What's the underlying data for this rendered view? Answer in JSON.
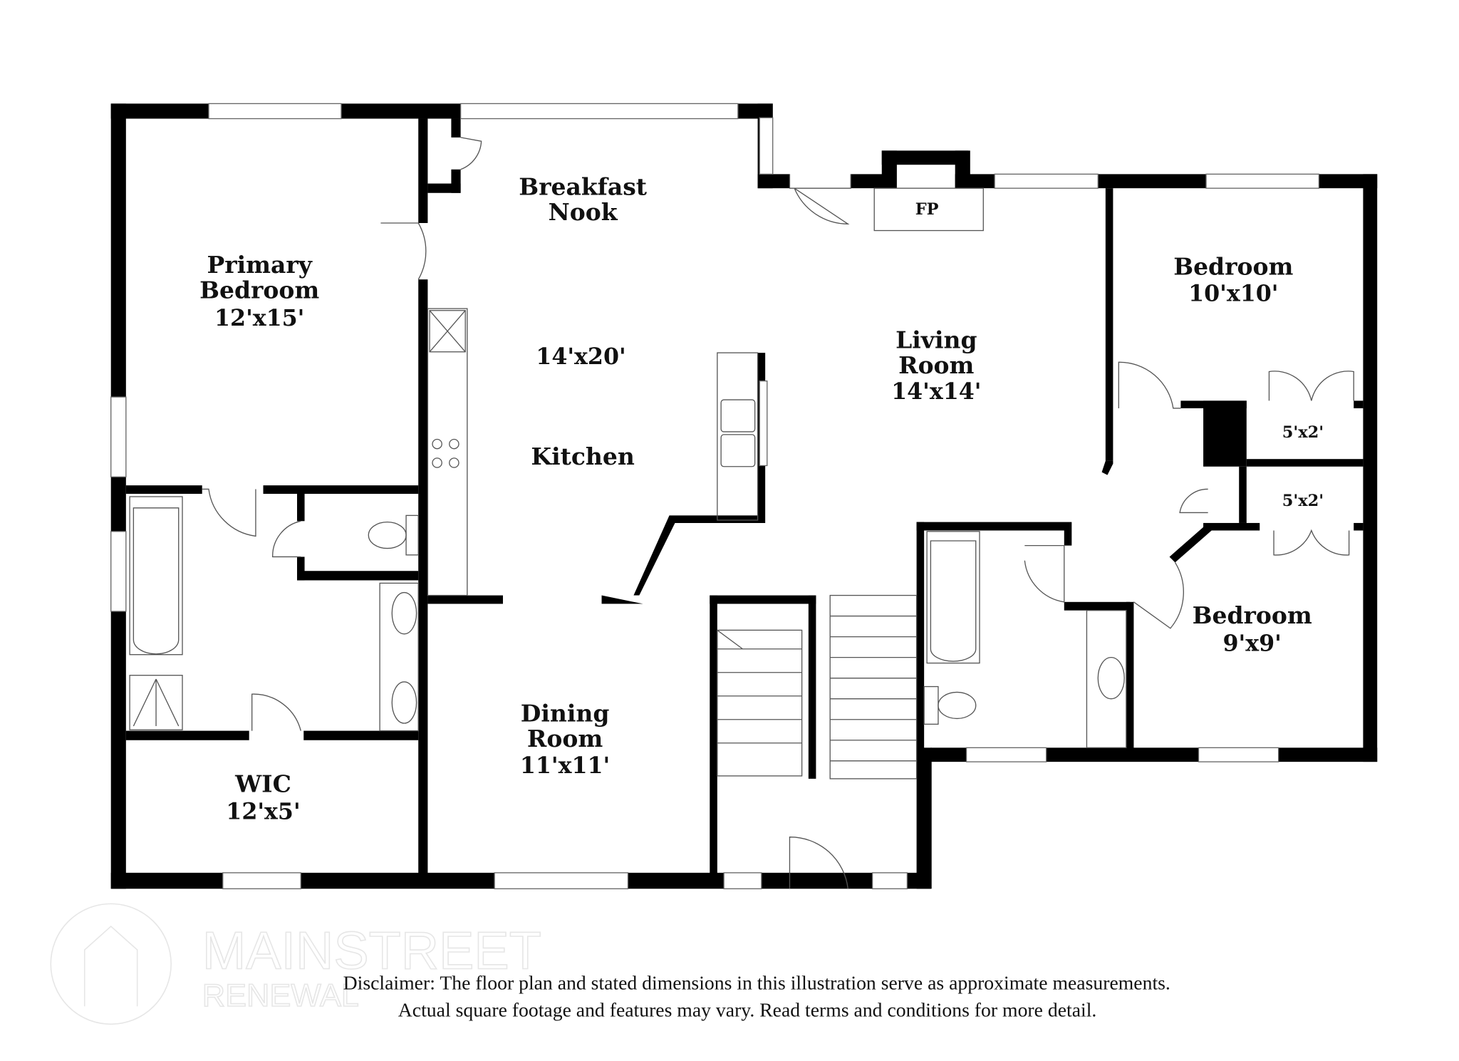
{
  "rooms": {
    "primary_bedroom": {
      "name_line1": "Primary",
      "name_line2": "Bedroom",
      "size": "12'x15'"
    },
    "breakfast_nook": {
      "name_line1": "Breakfast",
      "name_line2": "Nook"
    },
    "kitchen": {
      "size": "14'x20'",
      "name": "Kitchen"
    },
    "living_room": {
      "name_line1": "Living",
      "name_line2": "Room",
      "size": "14'x14'"
    },
    "fireplace": {
      "label": "FP"
    },
    "bedroom_1": {
      "name": "Bedroom",
      "size": "10'x10'"
    },
    "closet_1": {
      "size": "5'x2'"
    },
    "closet_2": {
      "size": "5'x2'"
    },
    "bedroom_2": {
      "name": "Bedroom",
      "size": "9'x9'"
    },
    "dining_room": {
      "name_line1": "Dining",
      "name_line2": "Room",
      "size": "11'x11'"
    },
    "wic": {
      "name": "WIC",
      "size": "12'x5'"
    }
  },
  "watermark": {
    "line1": "MAINSTREET",
    "line2": "RENEWAL"
  },
  "disclaimer": {
    "line1": "Disclaimer: The floor plan and stated dimensions in this illustration serve as approximate measurements.",
    "line2": "Actual square footage and features may vary. Read terms and conditions for more detail."
  }
}
